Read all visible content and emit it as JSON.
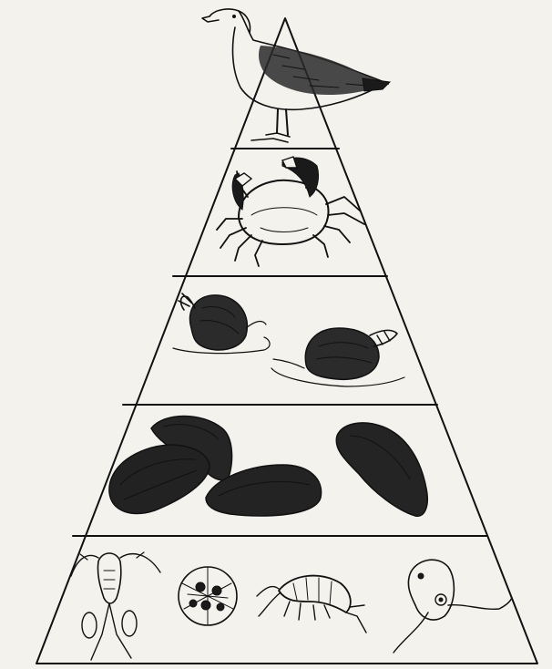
{
  "diagram": {
    "type": "food-pyramid",
    "paper_color": "#f4f2ed",
    "ink_color": "#111111",
    "levels": [
      {
        "id": "apex",
        "organisms": [
          "seagull"
        ]
      },
      {
        "id": "level-2",
        "organisms": [
          "crab"
        ]
      },
      {
        "id": "level-3",
        "organisms": [
          "whelk",
          "whelk"
        ]
      },
      {
        "id": "level-4",
        "organisms": [
          "mussel",
          "mussel",
          "mussel",
          "mussel"
        ]
      },
      {
        "id": "base",
        "organisms": [
          "copepod",
          "diatom",
          "amphipod",
          "flagellate"
        ]
      }
    ]
  }
}
